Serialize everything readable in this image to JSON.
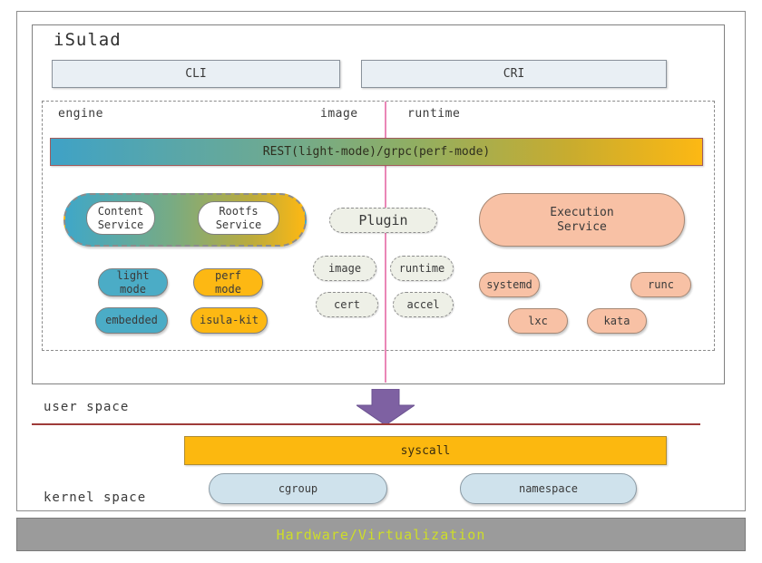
{
  "colors": {
    "teal": "#4BACC6",
    "gold": "#FDB813",
    "salmon": "#F8C1A5",
    "light_blue_pill": "#CFE2EC",
    "top_box_blue": "#E9EFF4",
    "purple_arrow": "#7E61A2",
    "pink_divider": "#EA87B7",
    "red_divider": "#9E3B39",
    "gray_bar": "#9B9B9B",
    "hardware_text": "#CEDE28"
  },
  "header": {
    "title": "iSulad",
    "cli": "CLI",
    "cri": "CRI"
  },
  "sections": {
    "engine": "engine",
    "image": "image",
    "runtime": "runtime"
  },
  "rest_bar": {
    "label": "REST(light-mode)/grpc(perf-mode)"
  },
  "engine_col": {
    "content_service": "Content\nService",
    "rootfs_service": "Rootfs\nService",
    "modes": [
      {
        "label": "light\nmode"
      },
      {
        "label": "perf\nmode"
      },
      {
        "label": "embedded"
      },
      {
        "label": "isula-kit"
      }
    ]
  },
  "image_col": {
    "plugin": "Plugin",
    "plugins": [
      {
        "label": "image"
      },
      {
        "label": "runtime"
      },
      {
        "label": "cert"
      },
      {
        "label": "accel"
      }
    ]
  },
  "runtime_col": {
    "execution_service": "Execution\nService",
    "runtimes": [
      {
        "label": "systemd"
      },
      {
        "label": "runc"
      },
      {
        "label": "lxc"
      },
      {
        "label": "kata"
      }
    ]
  },
  "lower": {
    "user_space": "user space",
    "kernel_space": "kernel space",
    "syscall": "syscall",
    "cgroup": "cgroup",
    "namespace": "namespace",
    "hardware": "Hardware/Virtualization"
  }
}
